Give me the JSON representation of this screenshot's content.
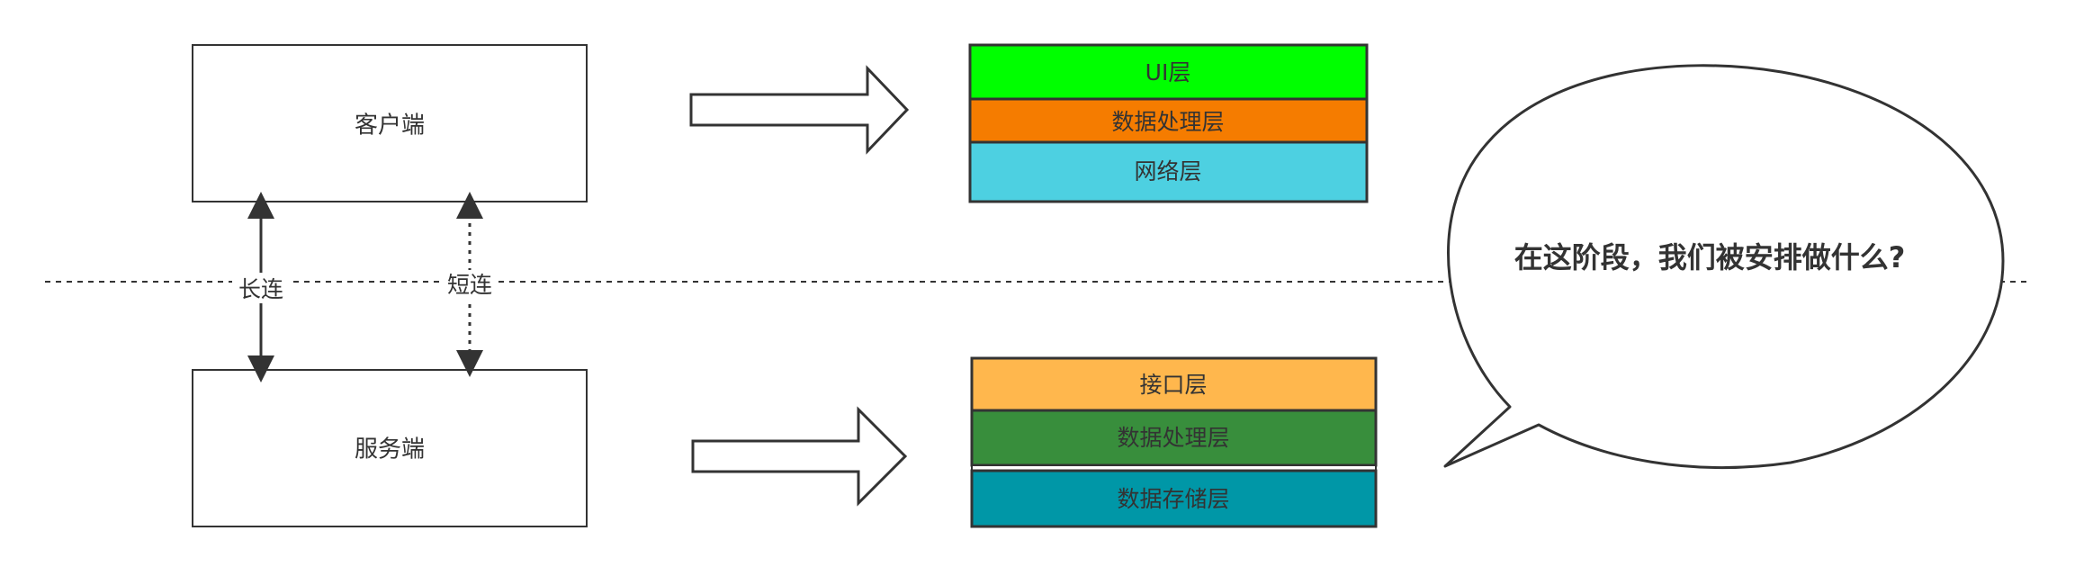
{
  "client_box": {
    "label": "客户端"
  },
  "server_box": {
    "label": "服务端"
  },
  "connections": {
    "long": {
      "label": "长连"
    },
    "short": {
      "label": "短连"
    }
  },
  "client_layers": [
    {
      "label": "UI层",
      "fill": "#00ff00"
    },
    {
      "label": "数据处理层",
      "fill": "#f57c00"
    },
    {
      "label": "网络层",
      "fill": "#4dd0e1"
    }
  ],
  "server_layers": [
    {
      "label": "接口层",
      "fill": "#ffb74d"
    },
    {
      "label": "数据处理层",
      "fill": "#388e3c"
    },
    {
      "label": "数据存储层",
      "fill": "#0097a7"
    }
  ],
  "speech_bubble": {
    "text": "在这阶段，我们被安排做什么?"
  },
  "colors": {
    "stroke": "#333333",
    "text": "#333333",
    "divider": "#333333"
  }
}
